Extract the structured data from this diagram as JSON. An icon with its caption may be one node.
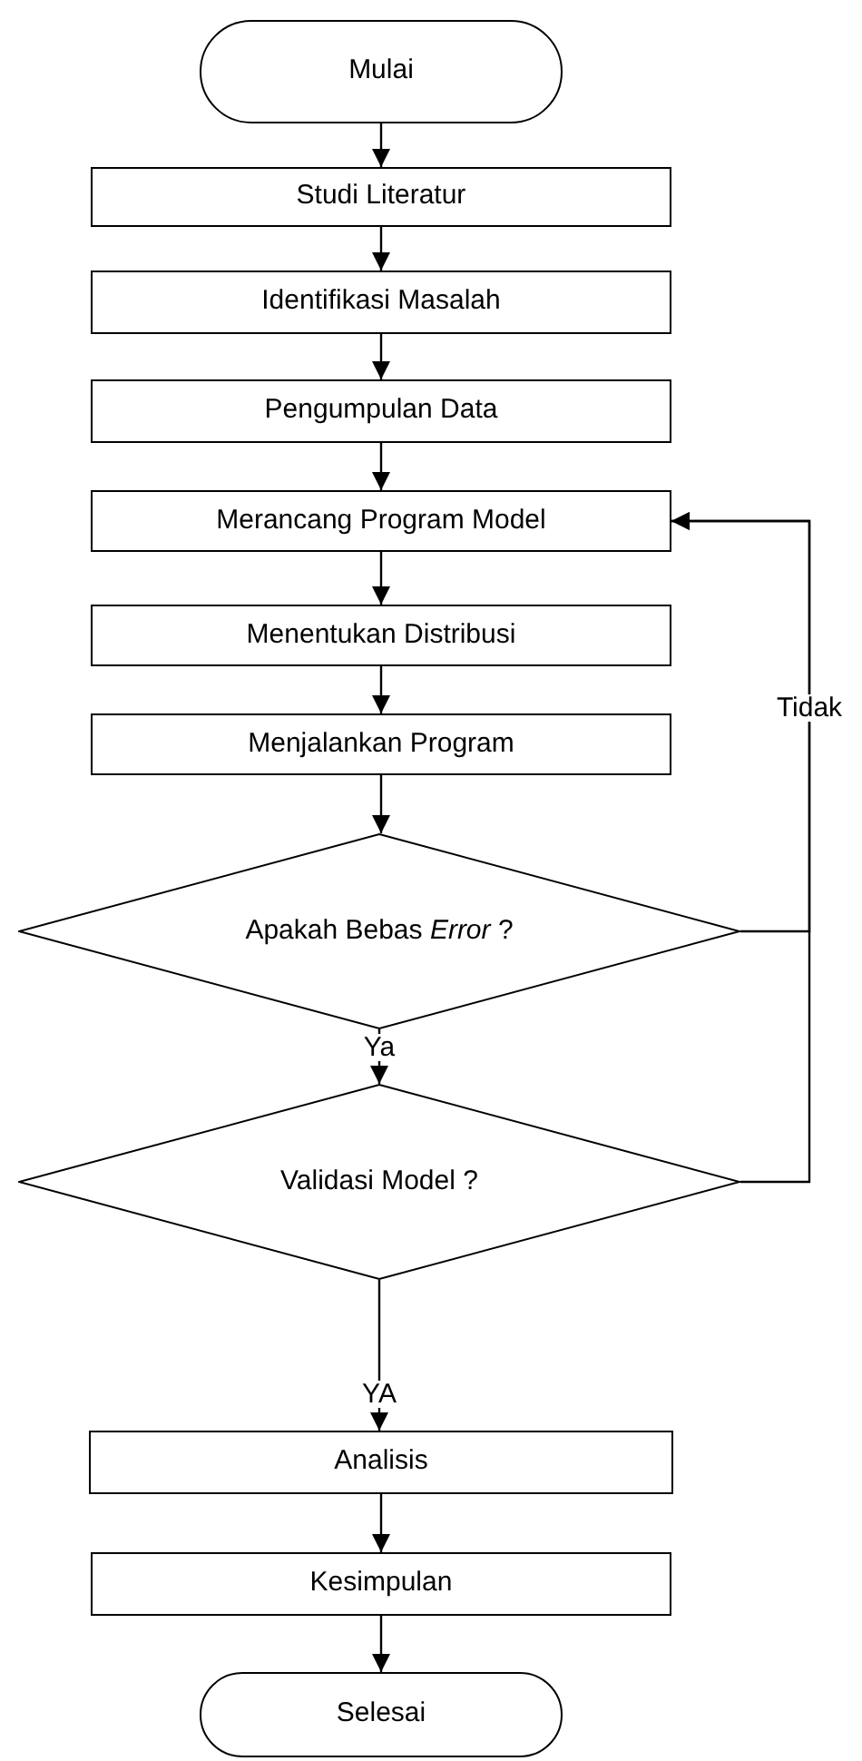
{
  "diagram": {
    "nodes": [
      {
        "text": [
          "Mulai"
        ]
      },
      {
        "text": [
          "Studi Literatur"
        ]
      },
      {
        "text": [
          "Identifikasi Masalah"
        ]
      },
      {
        "text": [
          "Pengumpulan Data"
        ]
      },
      {
        "text": [
          "Merancang Program Model"
        ]
      },
      {
        "text": [
          "Menentukan Distribusi"
        ]
      },
      {
        "text": [
          "Menjalankan Program"
        ]
      },
      {
        "text": [
          "Apakah Bebas *Error* ?"
        ]
      },
      {
        "text": [
          "Validasi Model ?"
        ]
      },
      {
        "text": [
          "Analisis"
        ]
      },
      {
        "text": [
          "Kesimpulan"
        ]
      },
      {
        "text": [
          "Selesai"
        ]
      }
    ],
    "edges": [
      {
        "from": 0,
        "to": 1,
        "arrow": "to"
      },
      {
        "from": 1,
        "to": 2,
        "arrow": "to"
      },
      {
        "from": 2,
        "to": 3,
        "arrow": "to"
      },
      {
        "from": 3,
        "to": 4,
        "arrow": "to"
      },
      {
        "from": 4,
        "to": 5,
        "arrow": "to"
      },
      {
        "from": 5,
        "to": 6,
        "arrow": "to"
      },
      {
        "from": 6,
        "to": 7,
        "arrow": "to"
      },
      {
        "from": 7,
        "to": 8,
        "arrow": "to",
        "label": "Ya"
      },
      {
        "from": 7,
        "to": 4,
        "arrow": "to",
        "label": "Tidak"
      },
      {
        "from": 8,
        "to": 4,
        "arrow": "to"
      },
      {
        "from": 8,
        "to": 9,
        "arrow": "to",
        "label": "YA"
      },
      {
        "from": 9,
        "to": 10,
        "arrow": "to"
      },
      {
        "from": 10,
        "to": 11,
        "arrow": "to"
      }
    ]
  }
}
